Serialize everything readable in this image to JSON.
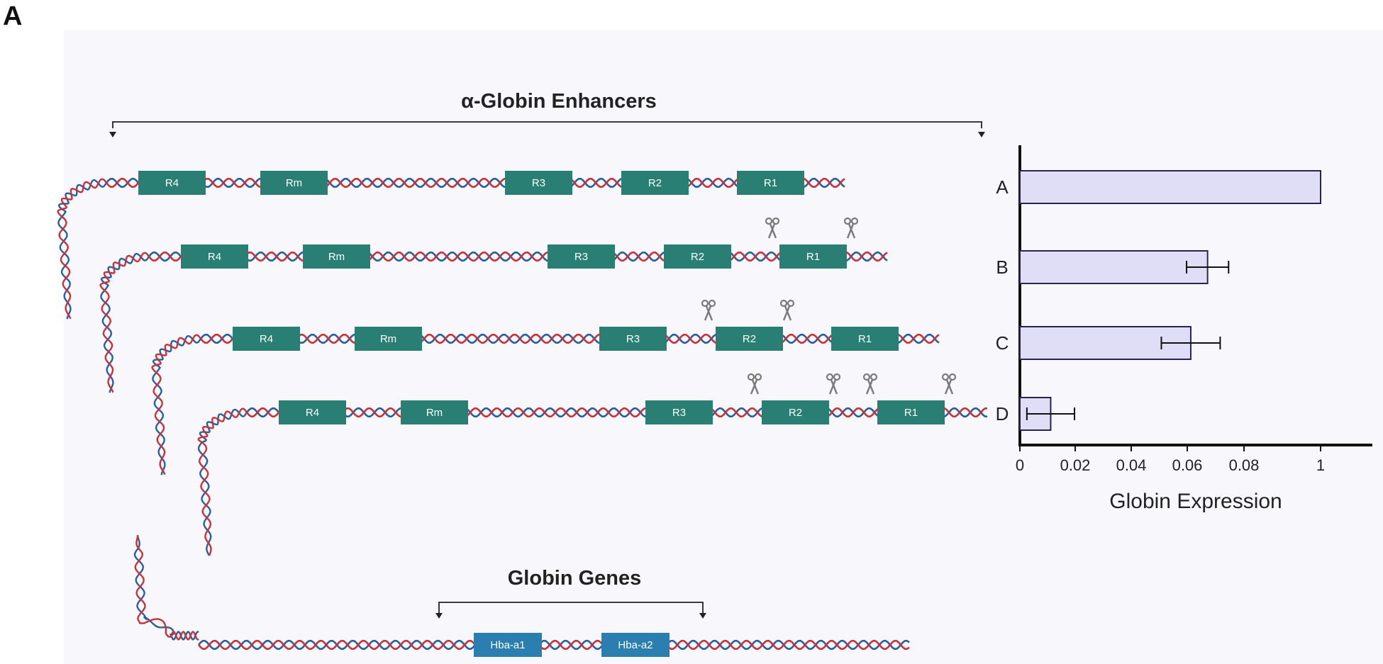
{
  "panel_label": "A",
  "enhancers_title": "α-Globin Enhancers",
  "genes_title": "Globin Genes",
  "enhancer_labels": [
    "R4",
    "Rm",
    "R3",
    "R2",
    "R1"
  ],
  "gene_labels": [
    "Hba-a1",
    "Hba-a2"
  ],
  "strand_deletions": [
    [],
    [
      "R1"
    ],
    [
      "R2"
    ],
    [
      "R2",
      "R1"
    ]
  ],
  "colors": {
    "enhancer_box": "#2a7f74",
    "gene_box": "#2a7fb0",
    "dna_red": "#c8323a",
    "dna_blue": "#2a5f9e",
    "bar_fill": "#e0ddf6",
    "bar_stroke": "#2a2350"
  },
  "icons": {
    "cut": "scissors-icon"
  },
  "chart_data": {
    "type": "bar",
    "orientation": "horizontal",
    "categories": [
      "A",
      "B",
      "C",
      "D"
    ],
    "values": [
      1.0,
      0.067,
      0.061,
      0.011
    ],
    "error": [
      0,
      0.0075,
      0.0105,
      0.0085
    ],
    "xlabel": "Globin Expression",
    "ticks": [
      "0",
      "0.02",
      "0.04",
      "0.06",
      "0.08",
      "1"
    ],
    "grid": false,
    "legend": "none",
    "axis_note": "broken x-axis: linear 0–0.08, jump to 1"
  }
}
